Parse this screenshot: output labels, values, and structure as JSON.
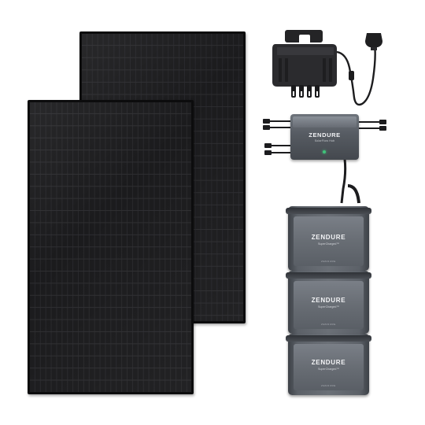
{
  "scene": {
    "hub": {
      "brand": "ZENDURE",
      "model": "SolarFlow Hub"
    },
    "batteries": [
      {
        "brand": "ZENDURE",
        "model": "SuperCharged™",
        "small": "ZENDURE"
      },
      {
        "brand": "ZENDURE",
        "model": "SuperCharged™",
        "small": "ZENDURE"
      },
      {
        "brand": "ZENDURE",
        "model": "SuperCharged™",
        "small": "ZENDURE"
      }
    ],
    "colors": {
      "panel": "#1b1b1d",
      "inverter": "#2a2a2c",
      "hub": "#5c6168",
      "battery": "#686d74",
      "led": "#3fc37a"
    }
  }
}
